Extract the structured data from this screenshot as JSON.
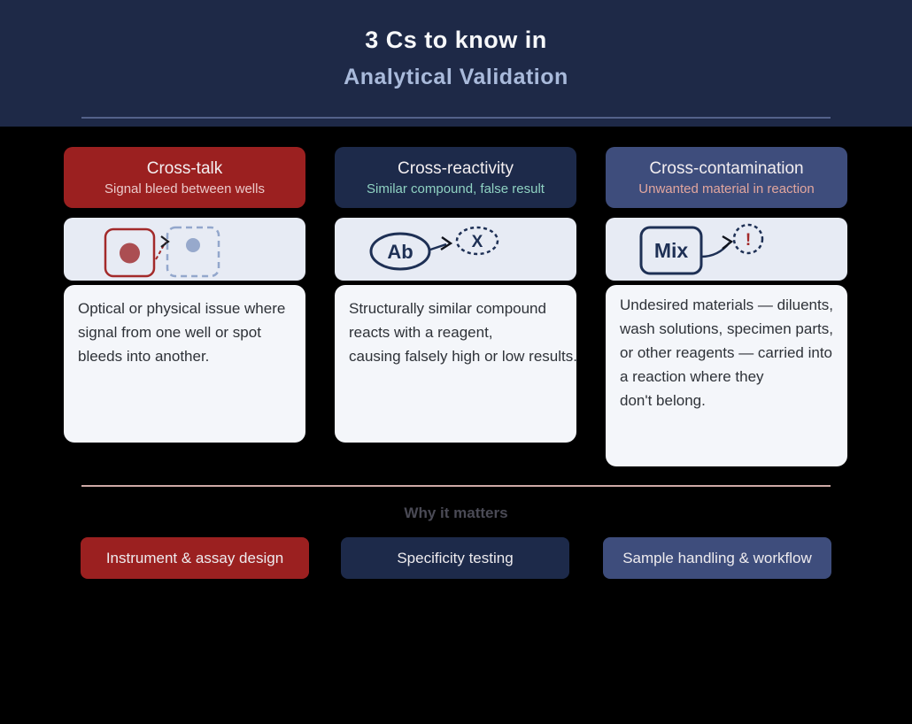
{
  "header": {
    "title": "3 Cs to know in",
    "subtitle": "Analytical Validation",
    "band_color": "#1e2947",
    "subtitle_color": "#a9badb"
  },
  "columns": [
    {
      "id": "cross-talk",
      "title": "Cross-talk",
      "subtitle": "Signal bleed between wells",
      "card_color": "#9b2020",
      "subtitle_color": "#eac9c9",
      "description": "Optical or physical issue where\nsignal from one well or spot\nbleeds into another.",
      "icon": "well-bleed-icon"
    },
    {
      "id": "cross-reactivity",
      "title": "Cross-reactivity",
      "subtitle": "Similar compound, false result",
      "card_color": "#1d2a4a",
      "subtitle_color": "#8fd2c2",
      "description": "Structurally similar compound\nreacts with a reagent,\ncausing falsely high or low results.",
      "icon": "antibody-reactivity-icon",
      "icon_source_label": "Ab",
      "icon_target_label": "X"
    },
    {
      "id": "cross-contamination",
      "title": "Cross-contamination",
      "subtitle": "Unwanted material in reaction",
      "card_color": "#3e4d7c",
      "subtitle_color": "#e2a69e",
      "description": "Undesired materials — diluents,\nwash solutions, specimen parts,\nor other reagents — carried into\na reaction where they\ndon't belong.",
      "icon": "mix-contamination-icon",
      "icon_source_label": "Mix",
      "icon_target_label": "!"
    }
  ],
  "footer": {
    "section_title": "Why it matters",
    "buttons": [
      {
        "label": "Instrument & assay design",
        "color": "#9b2020"
      },
      {
        "label": "Specificity testing",
        "color": "#1d2a4a"
      },
      {
        "label": "Sample handling & workflow",
        "color": "#3e4d7c"
      }
    ]
  },
  "colors": {
    "page_background": "#000000",
    "header_divider": "#53618a",
    "footer_divider": "#cdaaa5",
    "icon_panel_bg": "#e7ebf4",
    "description_card_bg": "#f4f6fa",
    "description_text": "#2e3238",
    "why_title_text": "#4a4a55",
    "icon_stroke_navy": "#1e3055",
    "icon_stroke_red": "#a32a2a",
    "icon_dashed_blue": "#93a7cc"
  }
}
